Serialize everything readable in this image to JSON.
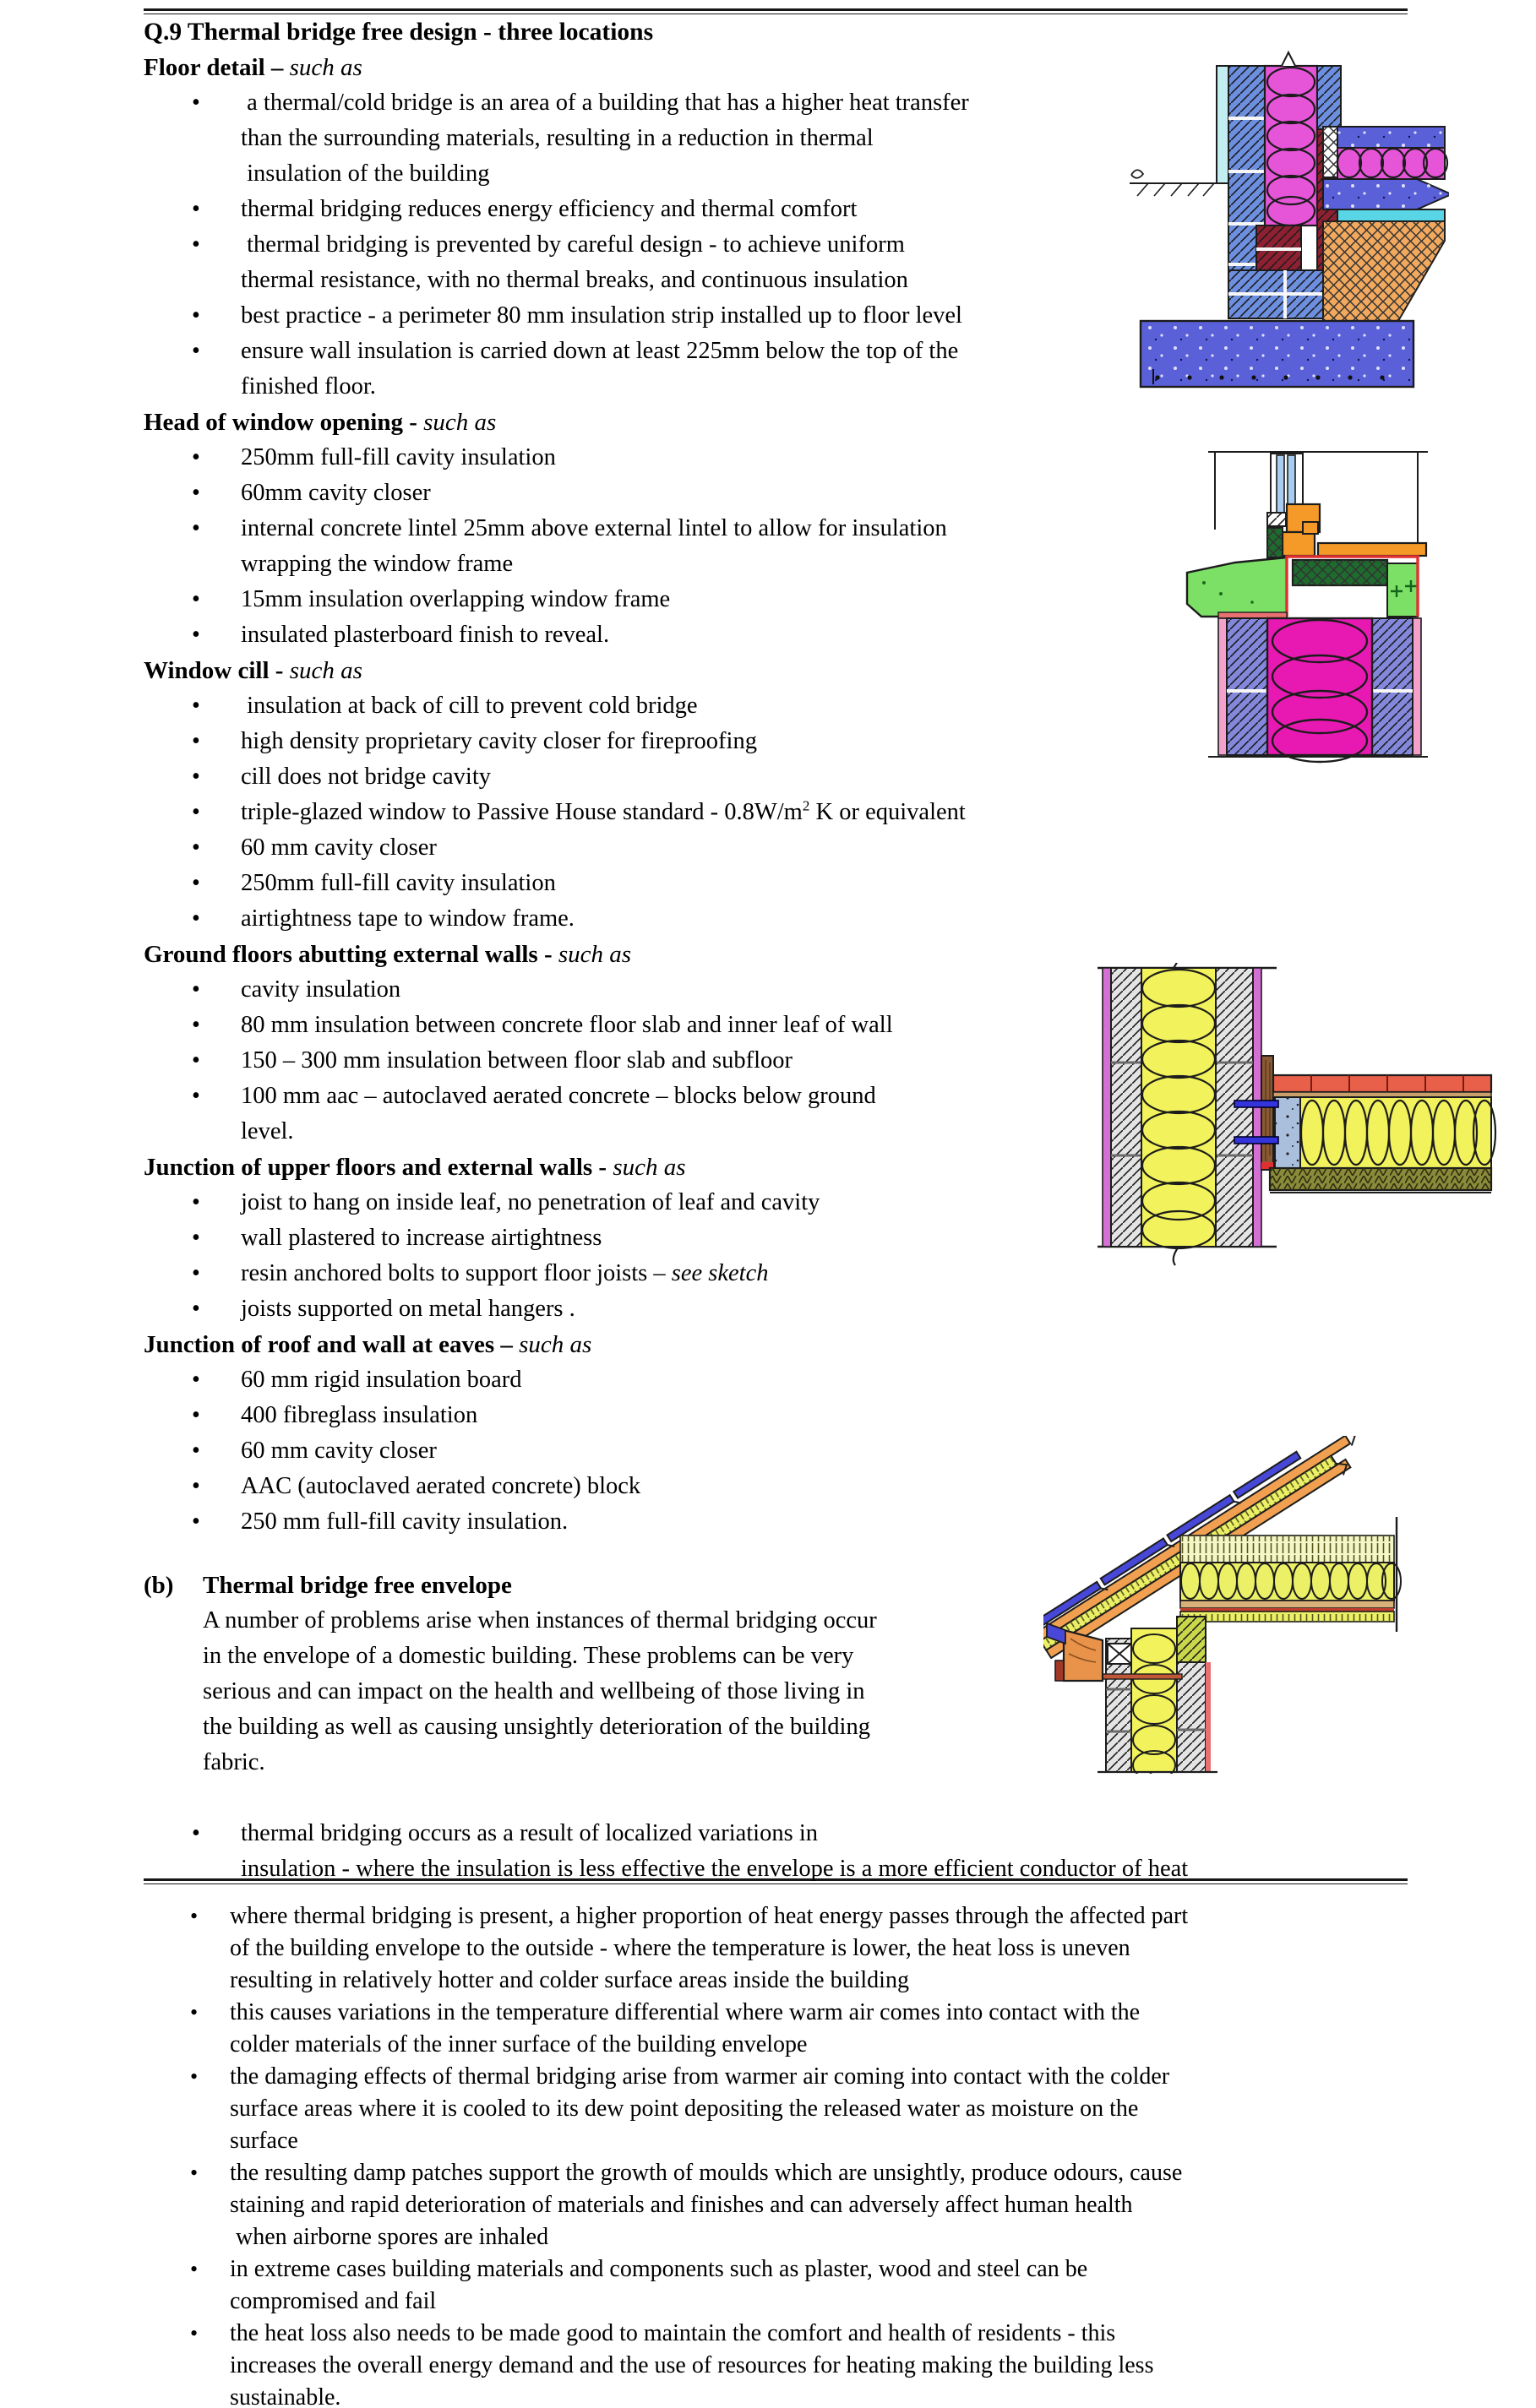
{
  "title": "Q.9 Thermal bridge free design - three locations",
  "sections": [
    {
      "heading": "Floor detail",
      "sep": "–",
      "qualifier": "such as",
      "items": [
        [
          " a thermal/cold bridge is an area of a building that has a higher heat transfer",
          "than the surrounding materials, resulting in a reduction in thermal",
          " insulation of the building"
        ],
        [
          "thermal bridging reduces energy efficiency and thermal comfort"
        ],
        [
          " thermal bridging is prevented by careful design - to achieve uniform",
          "thermal resistance, with no thermal breaks, and continuous insulation"
        ],
        [
          "best practice - a perimeter 80 mm insulation strip installed up to floor level"
        ],
        [
          "ensure wall insulation is carried down at least 225mm below the top of the",
          "finished floor."
        ]
      ]
    },
    {
      "heading": "Head of window opening",
      "sep": "-",
      "qualifier": "such as",
      "items": [
        [
          "250mm full-fill cavity insulation"
        ],
        [
          "60mm cavity closer"
        ],
        [
          "internal concrete lintel 25mm above external lintel to allow for insulation",
          "wrapping the window frame"
        ],
        [
          "15mm insulation overlapping window frame"
        ],
        [
          "insulated plasterboard finish to reveal."
        ]
      ]
    },
    {
      "heading": "Window cill",
      "sep": "-",
      "qualifier": "such as",
      "items": [
        [
          " insulation at back of cill to prevent cold bridge"
        ],
        [
          "high density proprietary cavity closer for fireproofing"
        ],
        [
          "cill does not bridge cavity"
        ],
        [
          {
            "pre": "triple-glazed window to Passive House standard - 0.8W/m",
            "sup": "2",
            "post": " K or equivalent"
          }
        ],
        [
          "60 mm cavity closer"
        ],
        [
          "250mm full-fill cavity insulation"
        ],
        [
          "airtightness tape to window frame."
        ]
      ]
    },
    {
      "heading": "Ground floors abutting external walls",
      "sep": "-",
      "qualifier": "such as",
      "items": [
        [
          "cavity insulation"
        ],
        [
          "80 mm insulation between concrete floor slab and inner leaf of wall"
        ],
        [
          "150 – 300 mm insulation between floor slab and subfloor"
        ],
        [
          "100 mm aac – autoclaved aerated concrete – blocks below ground",
          "level."
        ]
      ]
    },
    {
      "heading": "Junction of upper floors and external walls",
      "sep": "-",
      "qualifier": "such as",
      "items": [
        [
          "joist to hang on inside leaf, no penetration of leaf and cavity"
        ],
        [
          "wall plastered to increase airtightness"
        ],
        [
          {
            "pre": "resin anchored bolts to support floor joists – ",
            "it": "see sketch"
          }
        ],
        [
          "joists supported on metal hangers ."
        ]
      ]
    },
    {
      "heading": "Junction of roof and wall at eaves",
      "sep": "–",
      "qualifier": "such as",
      "items": [
        [
          "60 mm rigid insulation board"
        ],
        [
          "400 fibreglass insulation"
        ],
        [
          "60 mm cavity closer"
        ],
        [
          "AAC (autoclaved aerated concrete) block"
        ],
        [
          "250 mm full-fill cavity insulation."
        ]
      ]
    }
  ],
  "part_b": {
    "label": "(b)",
    "heading": "Thermal bridge free envelope",
    "paragraph_lines": [
      "A number of problems arise when instances of thermal bridging occur",
      "in the envelope of a domestic building. These problems can be very",
      "serious and can impact on the health and wellbeing of those living in",
      "the building as well as causing unsightly deterioration of the building",
      "fabric."
    ],
    "bullet_lines": [
      "thermal bridging occurs as a result of localized variations in",
      "insulation - where the insulation is less effective the envelope is a more efficient conductor of heat"
    ]
  },
  "lower_items": [
    [
      "where thermal bridging is present, a higher proportion of heat energy passes through the affected part",
      "of the building envelope to the outside - where the temperature is lower, the heat loss is uneven",
      "resulting in relatively hotter and colder surface areas inside the building"
    ],
    [
      "this causes variations in the temperature differential where warm air comes into contact with the",
      "colder materials of the inner surface of the building envelope"
    ],
    [
      "the damaging effects of thermal bridging arise from warmer air coming into contact with the colder",
      "surface areas where it is cooled to its dew point depositing the released water as moisture on the",
      "surface"
    ],
    [
      "the resulting damp patches support the growth of moulds which are unsightly, produce odours, cause",
      "staining and rapid deterioration of materials and finishes and can adversely affect human health",
      " when airborne spores are inhaled"
    ],
    [
      "in extreme cases building materials and components such as plaster, wood and steel can be",
      "compromised and fail"
    ],
    [
      "the heat loss also needs to be made good to maintain the comfort and health of residents - this",
      "increases the overall energy demand and the use of resources for heating making the building less",
      "sustainable."
    ]
  ],
  "palette": {
    "blockBlue": "#6d8fe0",
    "insulationMagenta": "#e654d8",
    "brickDarkRed": "#8e2032",
    "dpcCyan": "#58d6e6",
    "renderCyan": "#c2eef2",
    "screedOrange": "#f2a95e",
    "foundationBlue": "#5a60d8",
    "glazingBlue": "#a8cdf0",
    "frameOrange": "#f59a28",
    "closerDarkGreen": "#1e6b2e",
    "cillGreen": "#7ce066",
    "insulationPink": "#e819b2",
    "blockViolet": "#8388dc",
    "plasterPink": "#f4a0cc",
    "outlineRed": "#e03030",
    "blockGrey": "#e4e4e4",
    "insulationYellow": "#f2f25c",
    "plasterPlum": "#d46fd4",
    "floorBoardRed": "#e8604a",
    "joistBlue": "#aabfdc",
    "boltBlue": "#3434dd",
    "timberBrown": "#8a5a35",
    "herringOlive": "#8a8a3a",
    "tileBlue": "#4747d8",
    "rafterOrange": "#f0a050",
    "roofYellow": "#ebf066",
    "closerYellowGreen": "#c8d84a",
    "fasciaOrange": "#e8924a",
    "soffitRust": "#c05838",
    "plasterRed": "#e87070",
    "ink": "#1c1c1c"
  }
}
